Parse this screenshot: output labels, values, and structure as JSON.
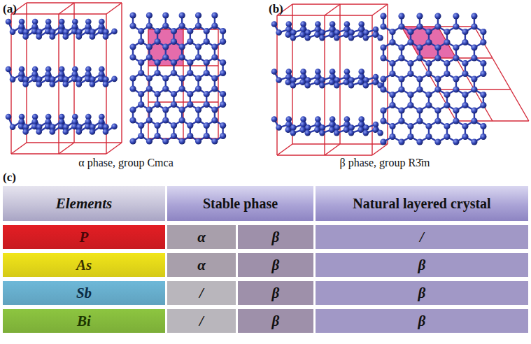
{
  "diagram": {
    "labels": [
      "(a)",
      "(b)",
      "α phase, group Cmca",
      "β phase, group R3̄m",
      "(c)",
      "Elements",
      "Stable phase",
      "Natural layered crystal",
      "P",
      "α",
      "β",
      "/",
      "As",
      "α",
      "β",
      "β",
      "Sb",
      "/",
      "β",
      "β",
      "Bi",
      "/",
      "β",
      "β"
    ]
  }
}
